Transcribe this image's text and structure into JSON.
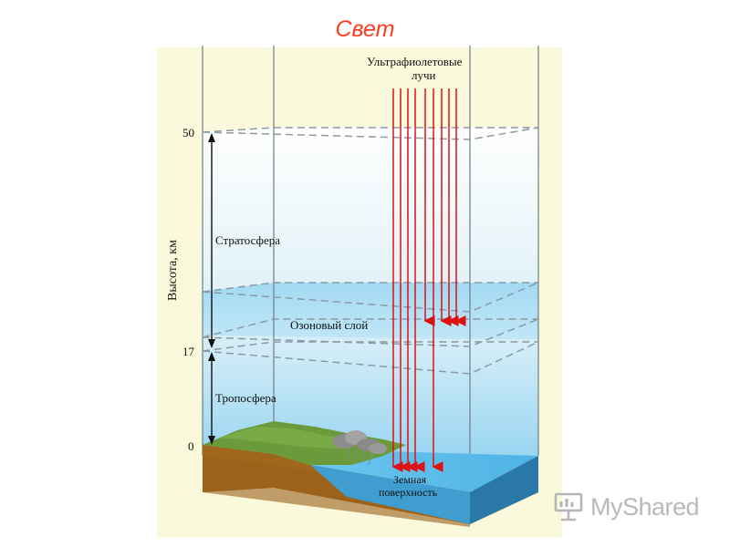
{
  "slide": {
    "title": "Свет"
  },
  "diagram": {
    "uv_label_line1": "Ультрафиолетовые",
    "uv_label_line2": "лучи",
    "axis_label": "Высота, км",
    "ticks": {
      "t50": "50",
      "t17": "17",
      "t0": "0"
    },
    "layers": {
      "stratosphere": "Стратосфера",
      "ozone": "Озоновый слой",
      "troposphere": "Тропосфера"
    },
    "surface_line1": "Земная",
    "surface_line2": "поверхность",
    "ray_color": "#e01010"
  },
  "watermark": {
    "text": "MyShared",
    "icon": "presentation-board-icon"
  }
}
